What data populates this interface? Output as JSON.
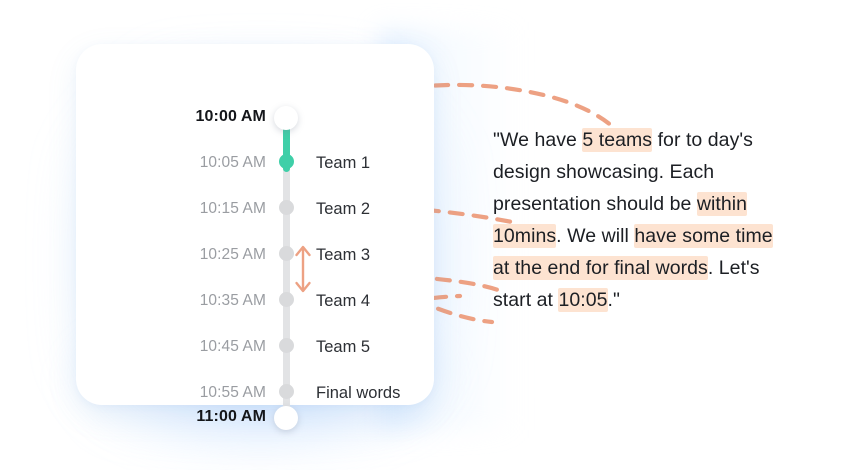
{
  "colors": {
    "accent_green": "#3fcfa8",
    "connector_salmon": "#eda183",
    "highlight_peach": "#fde3d1",
    "rail_gray": "#e2e3e5",
    "dot_gray": "#d9dadc",
    "time_muted": "#9a9da2",
    "text_dark": "#1c1f24",
    "card_white": "#ffffff",
    "glow_blue": "#7db6ff"
  },
  "timeline": {
    "start_label": "10:00 AM",
    "end_label": "11:00 AM",
    "rows": [
      {
        "time": "10:05 AM",
        "label": "Team 1",
        "active": true
      },
      {
        "time": "10:15 AM",
        "label": "Team 2",
        "active": false
      },
      {
        "time": "10:25 AM",
        "label": "Team 3",
        "active": false
      },
      {
        "time": "10:35 AM",
        "label": "Team 4",
        "active": false
      },
      {
        "time": "10:45 AM",
        "label": "Team 5",
        "active": false
      },
      {
        "time": "10:55 AM",
        "label": "Final words",
        "active": false
      }
    ],
    "duration_arrow": {
      "icon": "double-headed-vertical-arrow",
      "from_time": "10:25 AM",
      "to_time": "10:35 AM"
    }
  },
  "quote": {
    "segments": [
      {
        "text": "\"We have ",
        "highlight": false
      },
      {
        "text": "5 teams",
        "highlight": true
      },
      {
        "text": " for to day's design showcasing. Each presentation should be ",
        "highlight": false
      },
      {
        "text": "within 10mins",
        "highlight": true
      },
      {
        "text": ". We will ",
        "highlight": false
      },
      {
        "text": "have some time at the end for final words",
        "highlight": true
      },
      {
        "text": ". Let's start at ",
        "highlight": false
      },
      {
        "text": "10:05",
        "highlight": true
      },
      {
        "text": ".\"",
        "highlight": false
      }
    ],
    "plain": "\"We have 5 teams for to day's design showcasing. Each presentation should be within 10mins. We will have some time at the end for final words. Let's start at 10:05.\""
  },
  "connectors": [
    {
      "name": "connector-top-to-5-teams",
      "from": "timeline-top",
      "to": "quote-line-1"
    },
    {
      "name": "connector-team2-to-within-10mins",
      "from": "team-2-row",
      "to": "quote-line-4"
    },
    {
      "name": "connector-team3-to-within-10mins",
      "from": "team-3-row",
      "to": "quote-line-4"
    },
    {
      "name": "connector-team4-to-final-words",
      "from": "team-4-row",
      "to": "quote-line-6"
    },
    {
      "name": "connector-final-words-to-1005",
      "from": "final-words-row",
      "to": "quote-line-7"
    }
  ]
}
